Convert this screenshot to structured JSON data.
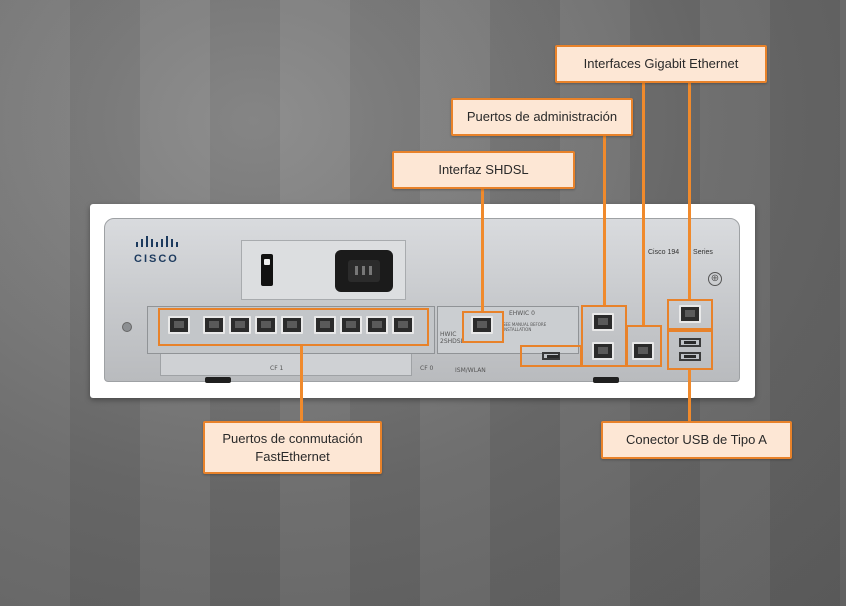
{
  "labels": {
    "gigabit": "Interfaces Gigabit Ethernet",
    "admin": "Puertos de administración",
    "shdsl": "Interfaz SHDSL",
    "fastethernet_line1": "Puertos de conmutación",
    "fastethernet_line2": "FastEthernet",
    "usb": "Conector USB de Tipo A"
  },
  "device": {
    "brand": "CISCO",
    "model_text": "Cisco 194",
    "series_text": "Series",
    "module_label": "HWIC",
    "module_sub": "2SHDSL",
    "ehwic": "EHWIC 0",
    "ehwic_note": "SEE MANUAL BEFORE INSTALLATION",
    "slot_label": "ISM/WLAN",
    "cf0": "CF 0",
    "cf1": "CF 1"
  },
  "colors": {
    "accent": "#e8822a",
    "label_fill": "#fde7d5",
    "background": "#6f6f6f"
  },
  "icons": {
    "power_switch": "power-switch-icon",
    "power_inlet": "power-inlet-icon",
    "ground": "ground-icon"
  }
}
